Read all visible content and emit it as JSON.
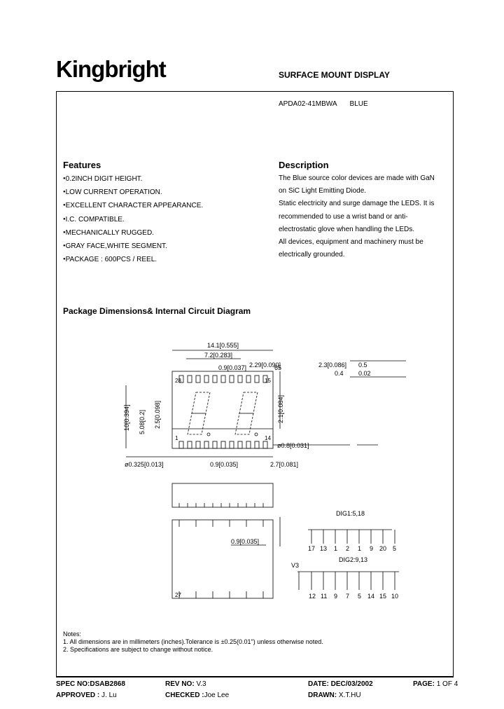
{
  "header": {
    "logo": "Kingbright",
    "doc_title": "SURFACE MOUNT DISPLAY",
    "part_number": "APDA02-41MBWA",
    "color": "BLUE"
  },
  "features": {
    "heading": "Features",
    "items": [
      "0.2INCH DIGIT HEIGHT.",
      "LOW CURRENT OPERATION.",
      "EXCELLENT CHARACTER APPEARANCE.",
      "I.C. COMPATIBLE.",
      "MECHANICALLY RUGGED.",
      "GRAY FACE,WHITE SEGMENT.",
      "PACKAGE : 600PCS / REEL."
    ]
  },
  "description": {
    "heading": "Description",
    "lines": [
      "The Blue source color devices are made with GaN",
      "on SiC Light Emitting Diode.",
      "Static electricity and surge damage the LEDS. It is",
      "recommended to use a wrist band or anti-",
      "electrostatic glove when handling the LEDs.",
      "All devices, equipment and machinery  must be",
      "electrically  grounded."
    ]
  },
  "drawing": {
    "heading": "Package Dimensions& Internal Circuit Diagram",
    "dims": {
      "width_total": "14.1[0.555]",
      "digit_pitch": "7.2[0.283]",
      "seg_gap": "0.9[0.037]",
      "dp_offset": "2.29[0.090]",
      "pin_65": "65",
      "side_height": "2.1[0.084]",
      "height_total": "10[0.394]",
      "digit_height": "5.08[0.2]",
      "char_height": "2.5[0.098]",
      "pin_dia": "ø0.8[0.031]",
      "pad": "ø0.325[0.013]",
      "pitch": "0.9[0.035]",
      "pad_len": "2.7[0.081]",
      "side_thk_a": "2.3[0.086]",
      "side_thk_b": "0.5",
      "side_thk_c": "0.4",
      "side_thk_d": "0.02",
      "bottom_dim": "0.9[0.035]",
      "pin_1": "1",
      "pin_14": "14",
      "pin_15": "15",
      "pin_27": "27",
      "pin_28": "28"
    },
    "circuit": {
      "dig1_label": "DIG1:5,18",
      "dig1_pins": [
        "17",
        "13",
        "1",
        "2",
        "1",
        "9",
        "20",
        "5"
      ],
      "dig2_label": "DIG2:9,13",
      "dig2_pins": [
        "12",
        "11",
        "9",
        "7",
        "5",
        "14",
        "15",
        "10"
      ],
      "vcc_label": "V3"
    }
  },
  "notes": {
    "title": "Notes:",
    "lines": [
      "1. All dimensions are in millimeters (inches).Tolerance is ±0.25(0.01\") unless otherwise noted.",
      "2. Specifications are subject to change without notice."
    ]
  },
  "footer": {
    "spec_label": "SPEC NO:",
    "spec_value": "DSAB2868",
    "rev_label": "REV NO: ",
    "rev_value": "V.3",
    "date_label": "DATE: ",
    "date_value": "DEC/03/2002",
    "page_label": "PAGE: ",
    "page_value": "1 OF 4",
    "approved_label": "APPROVED : ",
    "approved_value": "J. Lu",
    "checked_label": "CHECKED :",
    "checked_value": "Joe Lee",
    "drawn_label": "DRAWN: ",
    "drawn_value": "X.T.HU"
  }
}
